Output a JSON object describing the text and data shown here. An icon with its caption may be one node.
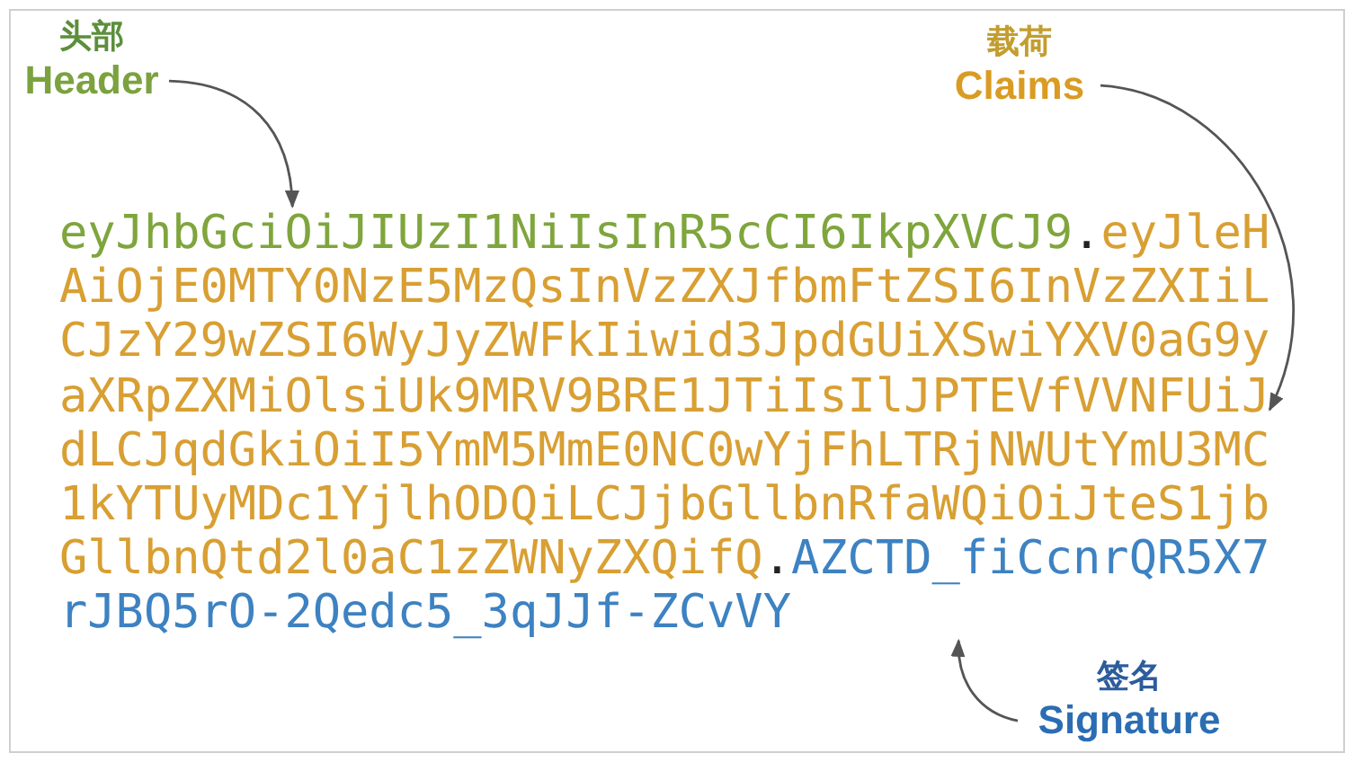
{
  "diagram": {
    "nodes": [
      {
        "text": [
          "头部",
          "Header"
        ]
      },
      {
        "text": [
          "载荷",
          "Claims"
        ]
      },
      {
        "text": [
          "eyJhbGciOiJIUzI1NiIsInR5cCI6IkpXVCJ9"
        ]
      },
      {
        "text": [
          "eyJleHAiOjE0MTY0NzE5MzQsInVzZXJfbmFtZSI6InVzZXIiLCJzY29wZSI6WyJyZWFkIiwid3JpdGUiXSwiYXV0aG9yaXRpZXMiOlsiUk9MRV9BRE1JTiIsIlJPTEVfVVNFUiJdLCJqdGkiOiI5YmM5MmE0NC0wYjFhLTRjNWUtYmU3MC1kYTUyMDc1YjlhODQiLCJjbGllbnRfaWQiOiJteS1jbGllbnQtd2l0aC1zZWNyZXQifQ"
        ]
      },
      {
        "text": [
          "AZCTD_fiCcnrQR5X7rJBQ5rO-2Qedc5_3qJJf-ZCvVY"
        ]
      },
      {
        "text": [
          "签名",
          "Signature"
        ]
      }
    ],
    "edges": [
      {
        "from": 0,
        "to": 2,
        "arrow": "to"
      },
      {
        "from": 1,
        "to": 3,
        "arrow": "to"
      },
      {
        "from": 5,
        "to": 4,
        "arrow": "to"
      }
    ],
    "labels": [
      ".",
      "."
    ]
  }
}
